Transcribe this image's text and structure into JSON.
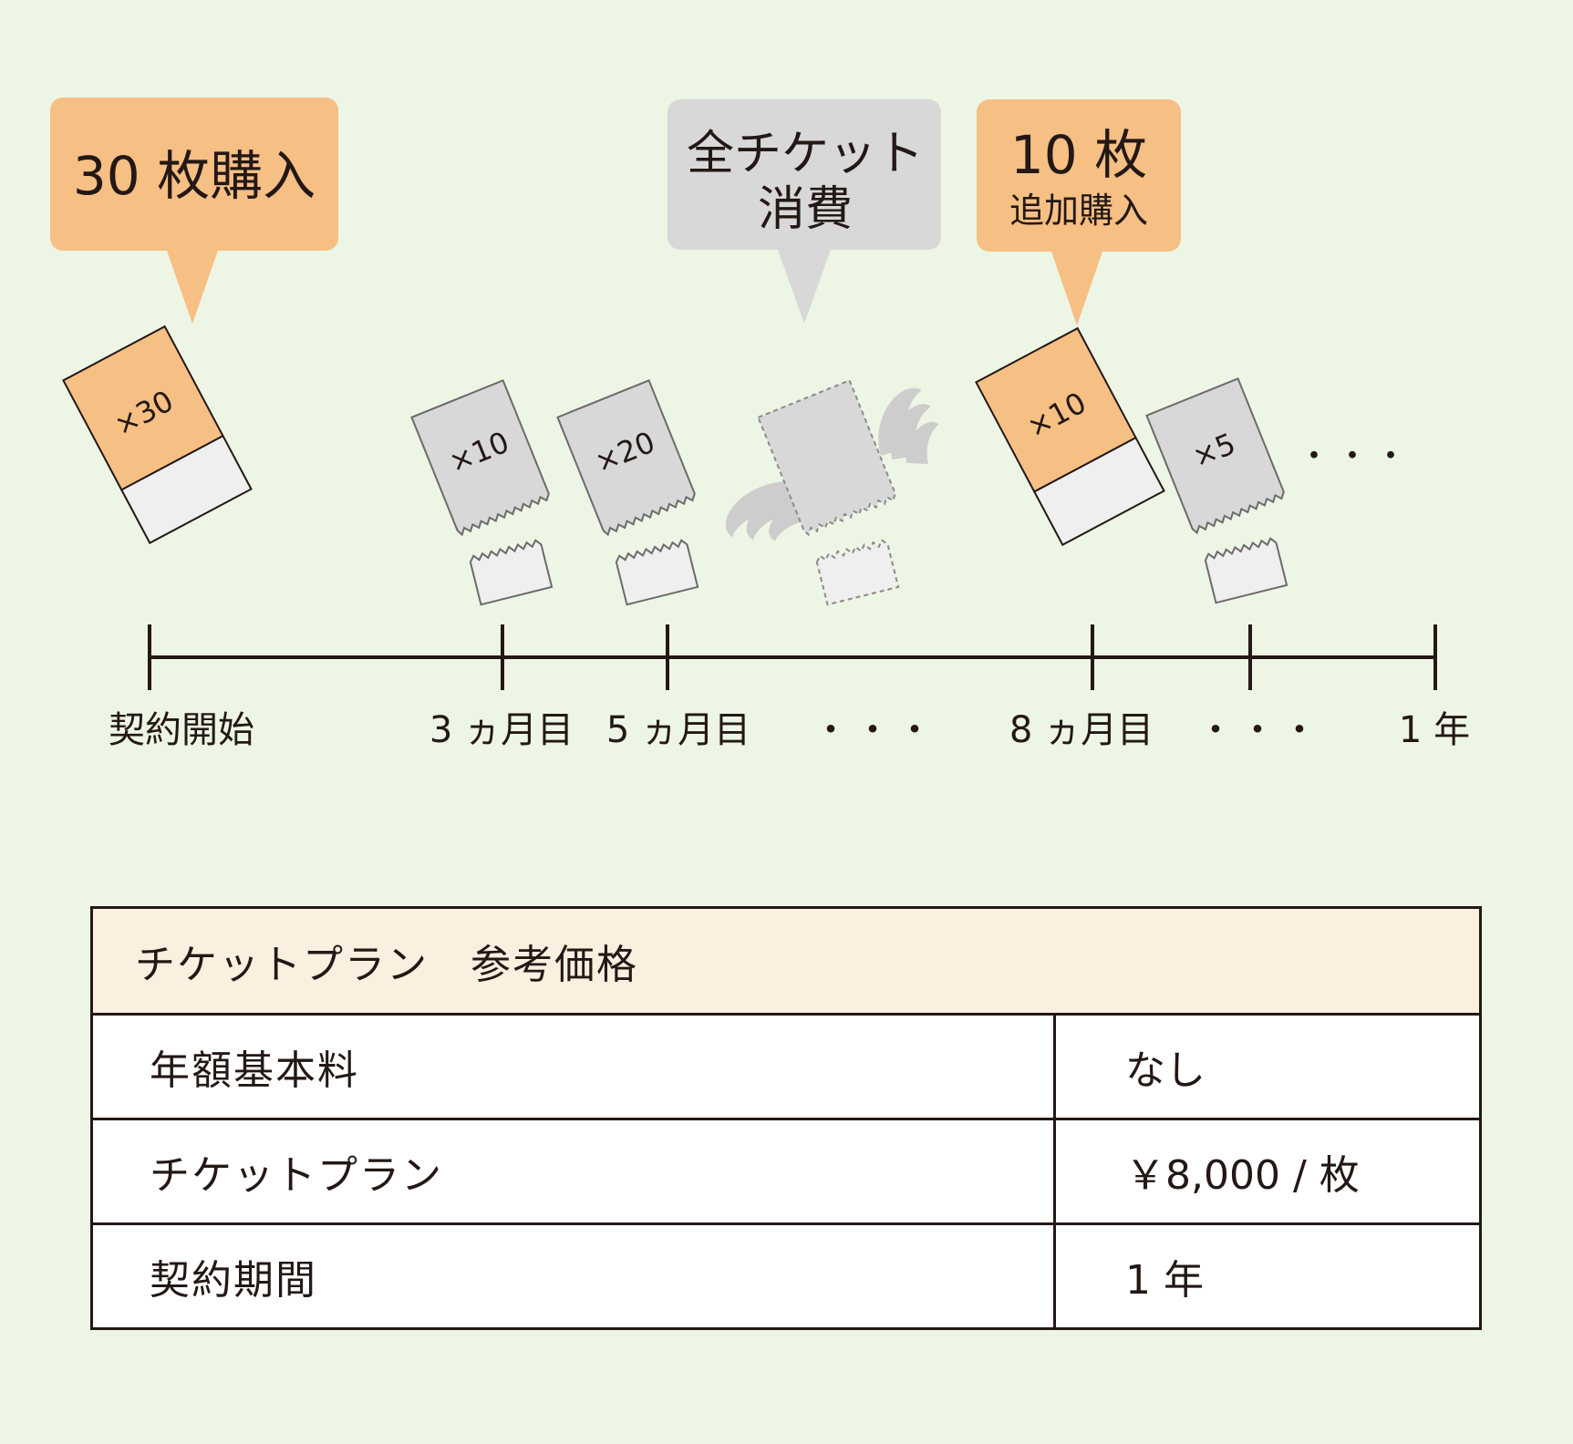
{
  "callouts": {
    "purchase_initial": "30 枚購入",
    "consumed_line1": "全チケット",
    "consumed_line2": "消費",
    "additional_line1": "10 枚",
    "additional_line2": "追加購入"
  },
  "tickets": {
    "t1": "×30",
    "t2": "×10",
    "t3": "×20",
    "t4": "×10",
    "t5": "×5",
    "more": "・・・"
  },
  "timeline": {
    "start": "契約開始",
    "m3": "3 ヵ月目",
    "m5": "5 ヵ月目",
    "gap1": "・・・",
    "m8": "8 ヵ月目",
    "gap2": "・・・",
    "end": "1 年"
  },
  "table": {
    "title": "チケットプラン　参考価格",
    "rows": [
      {
        "label": "年額基本料",
        "value": "なし"
      },
      {
        "label": "チケットプラン",
        "value": "￥8,000 / 枚"
      },
      {
        "label": "契約期間",
        "value": "1 年"
      }
    ]
  },
  "colors": {
    "background": "#edf5e4",
    "orange": "#f6bf84",
    "gray": "#d8d8d8",
    "header": "#fbefdf"
  }
}
